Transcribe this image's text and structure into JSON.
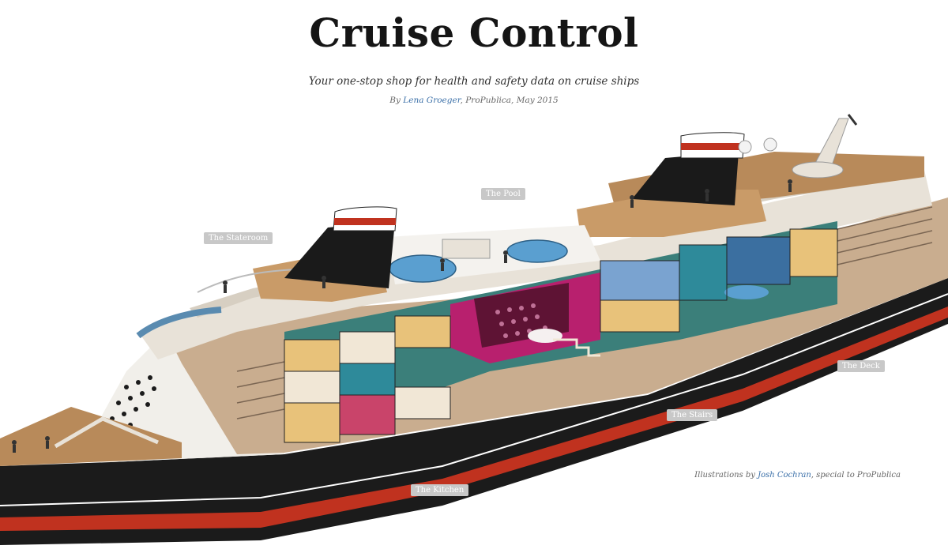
{
  "header": {
    "title": "Cruise Control",
    "subtitle": "Your one-stop shop for health and safety data on cruise ships",
    "byline_prefix": "By ",
    "author": "Lena Groeger",
    "byline_suffix": ", ProPublica, May 2015"
  },
  "hotspots": {
    "stateroom": "The Stateroom",
    "pool": "The Pool",
    "deck": "The Deck",
    "stairs": "The Stairs",
    "kitchen": "The Kitchen"
  },
  "credit": {
    "prefix": "Illustrations by ",
    "illustrator": "Josh Cochran",
    "suffix": ", special to ProPublica"
  },
  "colors": {
    "hull": "#1b1b1b",
    "hull_stripe": "#c0321f",
    "superstructure": "#e8e2d8",
    "tan_side": "#c9ad8f",
    "deck_wood": "#b88a5a",
    "funnel_black": "#1a1a1a",
    "funnel_red": "#c0321f",
    "pool_blue": "#5a9fd0",
    "magenta": "#b8206e",
    "teal": "#3b7f7a",
    "label_gray": "#c8c8c8"
  }
}
